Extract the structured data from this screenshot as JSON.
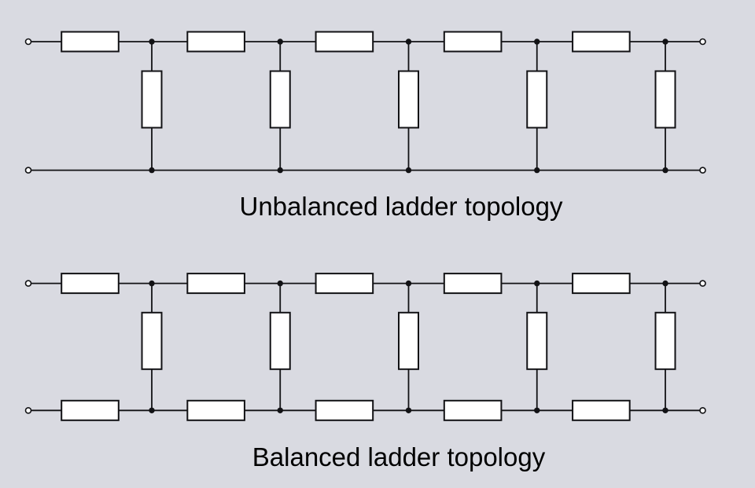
{
  "figure": {
    "background_color": "#d9dae1",
    "line_color": "#121215",
    "component_fill": "#ffffff",
    "text_color": "#000000"
  },
  "diagrams": [
    {
      "name": "unbalanced-ladder",
      "kind": "unbalanced",
      "title": "Unbalanced ladder topology",
      "sections": 5,
      "components": {
        "series_resistors_top_rail": 5,
        "series_resistors_bottom_rail": 0,
        "shunt_resistors": 5,
        "junction_dots": 10,
        "terminals": 4
      }
    },
    {
      "name": "balanced-ladder",
      "kind": "balanced",
      "title": "Balanced ladder topology",
      "sections": 5,
      "components": {
        "series_resistors_top_rail": 5,
        "series_resistors_bottom_rail": 5,
        "shunt_resistors": 5,
        "junction_dots": 10,
        "terminals": 4
      }
    }
  ]
}
